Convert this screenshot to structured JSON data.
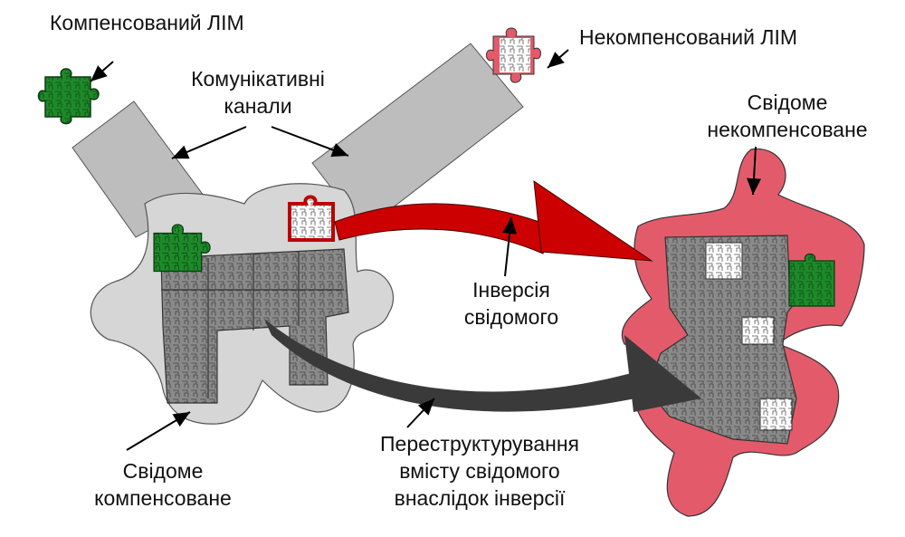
{
  "labels": {
    "compensated_lim": "Компенсований ЛІМ",
    "uncompensated_lim": "Некомпенсований ЛІМ",
    "channels_line1": "Комунікативні",
    "channels_line2": "канали",
    "conscious_uncomp_line1": "Свідоме",
    "conscious_uncomp_line2": "некомпенсоване",
    "inversion_line1": "Інверсія",
    "inversion_line2": "свідомого",
    "conscious_comp_line1": "Свідоме",
    "conscious_comp_line2": "компенсоване",
    "restructure_line1": "Переструктурування",
    "restructure_line2": "вмісту свідомого",
    "restructure_line3": "внаслідок інверсії"
  },
  "colors": {
    "green": "#1e8a2a",
    "pink": "#e35b6b",
    "red_arrow": "#cc0000",
    "dark_arrow": "#3a3a3a",
    "light_gray": "#d6d6d6",
    "mid_gray": "#8a8a8a",
    "channel_gray": "#bdbdbd"
  }
}
